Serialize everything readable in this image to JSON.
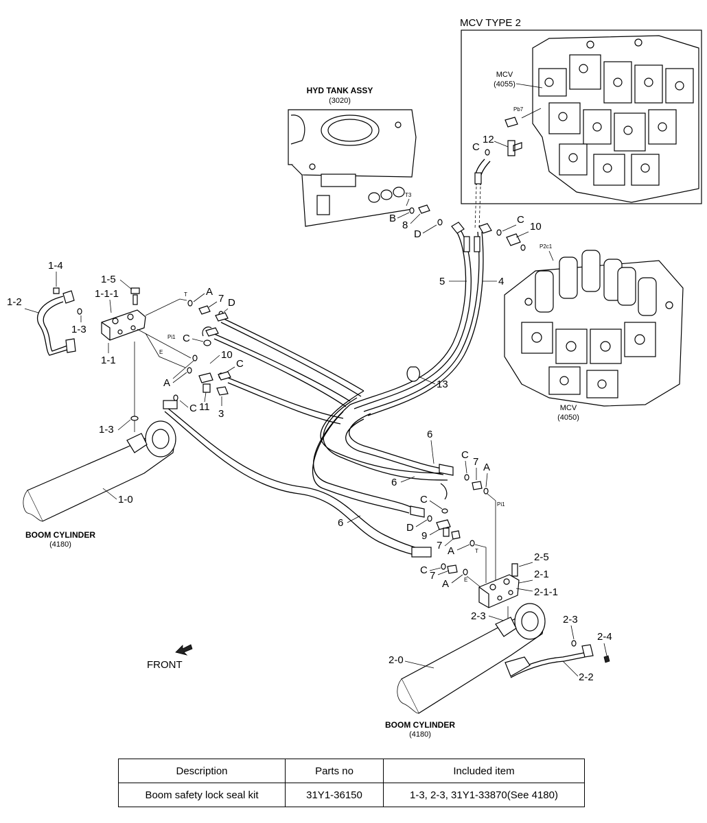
{
  "diagram": {
    "insets": {
      "mcv_type2_title": "MCV TYPE 2",
      "hyd_tank": {
        "name": "HYD TANK ASSY",
        "code": "(3020)"
      },
      "mcv_4055": {
        "name": "MCV",
        "code": "(4055)"
      },
      "mcv_4050": {
        "name": "MCV",
        "code": "(4050)"
      },
      "boom_cyl_left": {
        "name": "BOOM CYLINDER",
        "code": "(4180)"
      },
      "boom_cyl_right": {
        "name": "BOOM CYLINDER",
        "code": "(4180)"
      },
      "front": "FRONT"
    },
    "port_labels": {
      "pb7": "Pb7",
      "p2c1": "P2c1",
      "t3": "T3",
      "t_left": "T",
      "pi1_left": "Pi1",
      "e_left": "E",
      "pi1_right": "Pi1",
      "t_right": "T",
      "e_right": "E"
    },
    "callouts": {
      "c12": "12",
      "c_mcv": "C",
      "b": "B",
      "c8": "8",
      "d_tank": "D",
      "c_mcv2": "C",
      "c10_mcv": "10",
      "c5": "5",
      "c4": "4",
      "c1_4": "1-4",
      "c1_5": "1-5",
      "c1_1_1": "1-1-1",
      "c1_2": "1-2",
      "c1_3_top": "1-3",
      "c1_1": "1-1",
      "c1_3_bot": "1-3",
      "c1_0": "1-0",
      "a_top": "A",
      "c7_top": "7",
      "d_top": "D",
      "c_pi1": "C",
      "c10_left": "10",
      "c_left2": "C",
      "a_left": "A",
      "c_11": "C",
      "c11": "11",
      "c3": "3",
      "c13": "13",
      "c6_a": "6",
      "c6_b": "6",
      "c6_c": "6",
      "c_r1": "C",
      "c7_r1": "7",
      "a_r1": "A",
      "c_r2": "C",
      "d_r": "D",
      "c9": "9",
      "c7_r2": "7",
      "a_r2": "A",
      "c_r3": "C",
      "c7_r3": "7",
      "a_r3": "A",
      "c2_5": "2-5",
      "c2_1": "2-1",
      "c2_1_1": "2-1-1",
      "c2_3_left": "2-3",
      "c2_3_right": "2-3",
      "c2_4": "2-4",
      "c2_0": "2-0",
      "c2_2": "2-2"
    }
  },
  "table": {
    "headers": [
      "Description",
      "Parts no",
      "Included item"
    ],
    "rows": [
      [
        "Boom safety lock seal kit",
        "31Y1-36150",
        "1-3, 2-3, 31Y1-33870(See 4180)"
      ]
    ]
  }
}
